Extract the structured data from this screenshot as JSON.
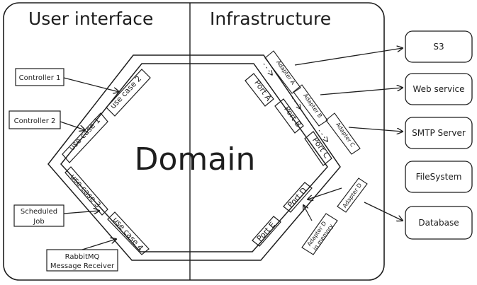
{
  "sections": {
    "left": "User interface",
    "right": "Infrastructure"
  },
  "domain": "Domain",
  "use_cases": [
    "use case 1",
    "use case 2",
    "use case 3",
    "use case 4"
  ],
  "ports": [
    "Port A",
    "Port B",
    "Port C",
    "Port D",
    "Port E"
  ],
  "adapters": {
    "a": "Adapter A",
    "b": "Adapter B",
    "c": "Adapter C",
    "d": "Adapter D",
    "d_memory_1": "Adapter D",
    "d_memory_2": "in memory"
  },
  "left_boxes": {
    "controller1": "Controller 1",
    "controller2": "Controller 2",
    "scheduled_1": "Scheduled",
    "scheduled_2": "Job",
    "rabbit_1": "RabbitMQ",
    "rabbit_2": "Message Receiver"
  },
  "right_boxes": {
    "s3": "S3",
    "web": "Web service",
    "smtp": "SMTP Server",
    "fs": "FileSystem",
    "db": "Database"
  },
  "colors": {
    "stroke": "#1e1e1e",
    "background": "#ffffff"
  }
}
